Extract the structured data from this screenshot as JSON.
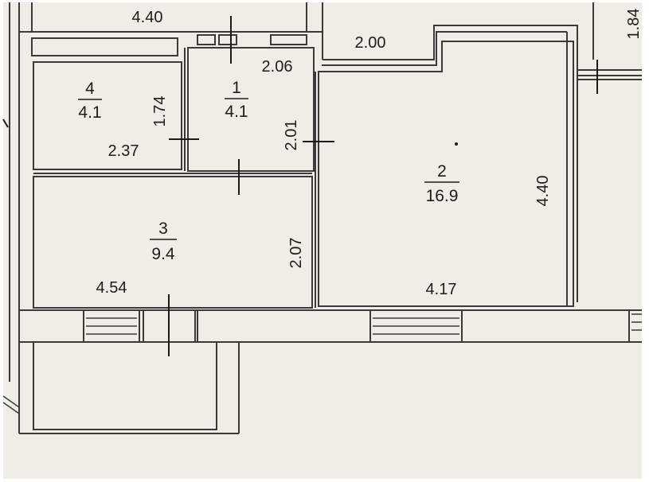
{
  "plan": {
    "colors": {
      "paper": "#efede6",
      "wall": "#3a3a3a",
      "text": "#1c1c1c"
    },
    "rooms": [
      {
        "id": "room-1",
        "number": "1",
        "area": "4.1"
      },
      {
        "id": "room-2",
        "number": "2",
        "area": "16.9"
      },
      {
        "id": "room-3",
        "number": "3",
        "area": "9.4"
      },
      {
        "id": "room-4",
        "number": "4",
        "area": "4.1"
      }
    ],
    "dimensions": {
      "top_4_40": "4.40",
      "corridor_2_00": "2.00",
      "room1_top_2_06": "2.06",
      "room4_height_1_74": "1.74",
      "room4_width_2_37": "2.37",
      "room1_height_2_01": "2.01",
      "room2_height_4_40": "4.40",
      "room3_height_2_07": "2.07",
      "room3_width_4_54": "4.54",
      "room2_width_4_17": "4.17",
      "right_edge_1_84": "1.84"
    }
  }
}
